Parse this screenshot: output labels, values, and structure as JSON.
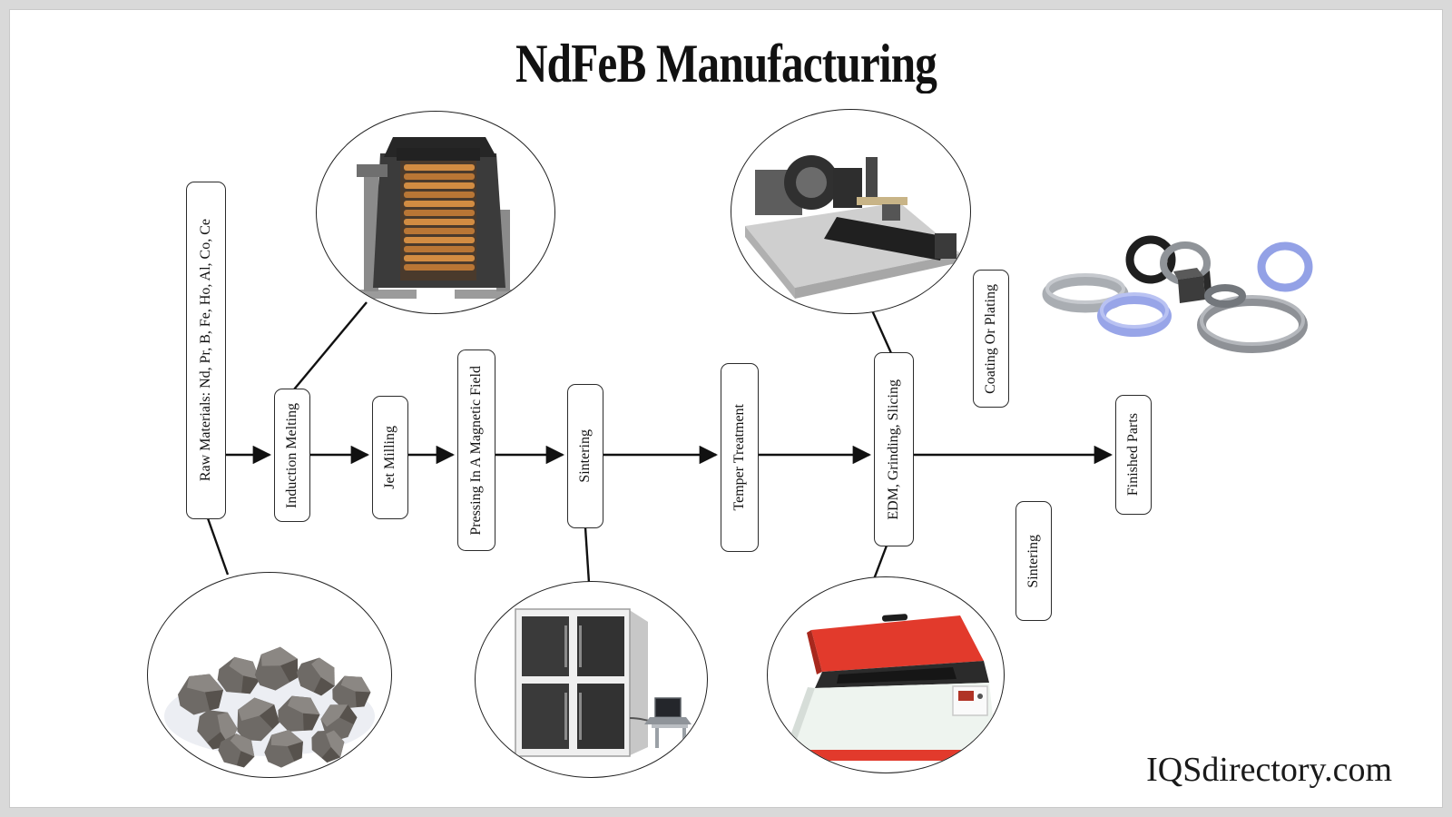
{
  "header": {
    "title": "NdFeB Manufacturing"
  },
  "footer": {
    "watermark": "IQSdirectory.com"
  },
  "flow": {
    "steps": [
      {
        "label": "Raw Materials: Nd, Pr, B, Fe, Ho, Al, Co, Ce"
      },
      {
        "label": "Induction Melting"
      },
      {
        "label": "Jet Milling"
      },
      {
        "label": "Pressing In A Magnetic Field"
      },
      {
        "label": "Sintering"
      },
      {
        "label": "Temper Treatment"
      },
      {
        "label": "EDM, Grinding, Slicing"
      },
      {
        "label": "Finished Parts"
      }
    ],
    "side_labels": [
      {
        "label": "Coating Or Plating"
      },
      {
        "label": "Sintering"
      }
    ]
  },
  "illustrations": [
    {
      "name": "induction-melting-furnace"
    },
    {
      "name": "machining-lathe"
    },
    {
      "name": "raw-material-chunks"
    },
    {
      "name": "sintering-furnace"
    },
    {
      "name": "edm-machine"
    },
    {
      "name": "finished-magnet-rings"
    }
  ],
  "colors": {
    "accent_red": "#e23a2c",
    "coil_copper": "#d28c42",
    "ring_blue": "#98a5e8",
    "ring_gray": "#8e9196",
    "line_black": "#111111"
  }
}
